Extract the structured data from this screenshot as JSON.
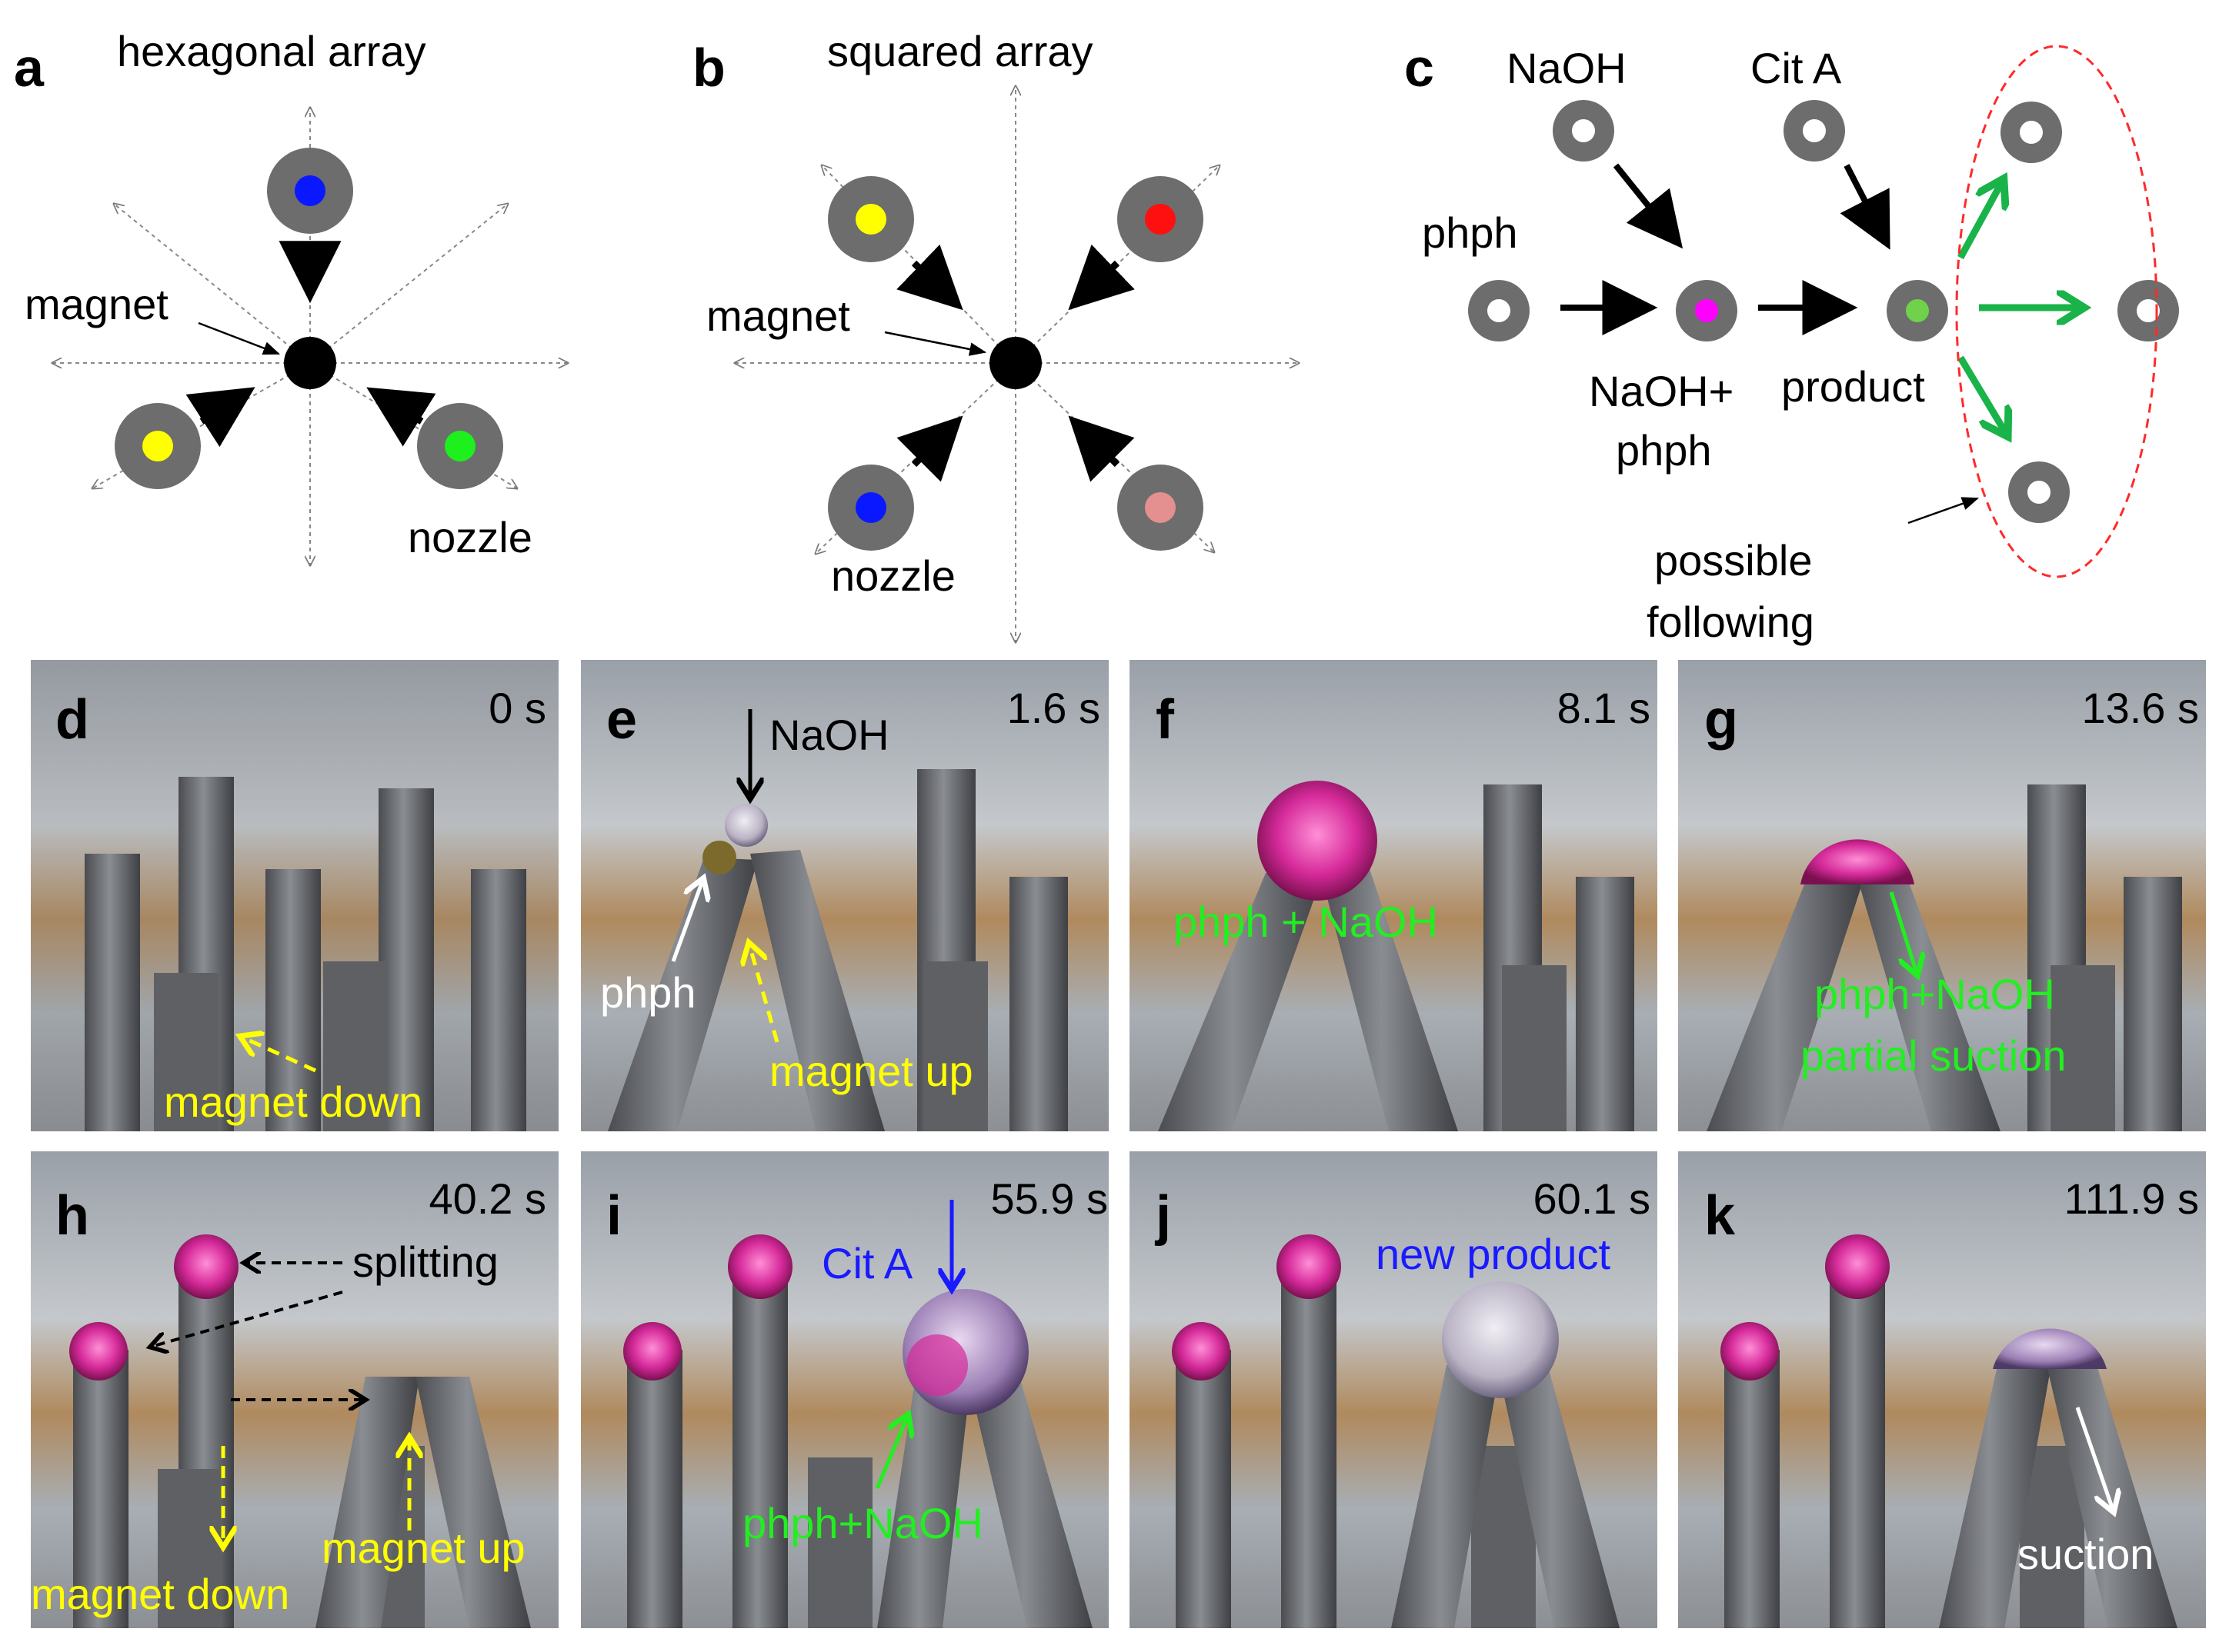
{
  "colors": {
    "nozzle_gray": "#6d6d6d",
    "blue": "#0a18ff",
    "yellow": "#ffff00",
    "green": "#1ef01e",
    "red": "#ff1010",
    "pink": "#e49090",
    "magenta": "#ff00ff",
    "lime": "#6fd24a",
    "arrow_green": "#19b34a",
    "dashed_red": "#ff2a2a",
    "label_yellow": "#ffff00",
    "label_green": "#22ee22",
    "label_blue": "#1a1aff",
    "droplet_pink": "#d62a9a"
  },
  "panel_a": {
    "letter": "a",
    "title": "hexagonal array",
    "magnet_label": "magnet",
    "nozzle_label": "nozzle"
  },
  "panel_b": {
    "letter": "b",
    "title": "squared array",
    "magnet_label": "magnet",
    "nozzle_label": "nozzle"
  },
  "panel_c": {
    "letter": "c",
    "naoh": "NaOH",
    "cita": "Cit A",
    "phph": "phph",
    "mix_line1": "NaOH+",
    "mix_line2": "phph",
    "product": "product",
    "following_line1": "possible",
    "following_line2": "following"
  },
  "photos": [
    {
      "letter": "d",
      "time": "0 s",
      "labels": [
        "magnet down"
      ]
    },
    {
      "letter": "e",
      "time": "1.6 s",
      "labels": [
        "NaOH",
        "phph",
        "magnet up"
      ]
    },
    {
      "letter": "f",
      "time": "8.1 s",
      "labels": [
        "phph + NaOH"
      ]
    },
    {
      "letter": "g",
      "time": "13.6 s",
      "labels": [
        "phph+NaOH",
        "partial suction"
      ]
    },
    {
      "letter": "h",
      "time": "40.2 s",
      "labels": [
        "splitting",
        "magnet down",
        "magnet up"
      ]
    },
    {
      "letter": "i",
      "time": "55.9 s",
      "labels": [
        "Cit A",
        "phph+NaOH"
      ]
    },
    {
      "letter": "j",
      "time": "60.1 s",
      "labels": [
        "new product"
      ]
    },
    {
      "letter": "k",
      "time": "111.9 s",
      "labels": [
        "suction"
      ]
    }
  ]
}
